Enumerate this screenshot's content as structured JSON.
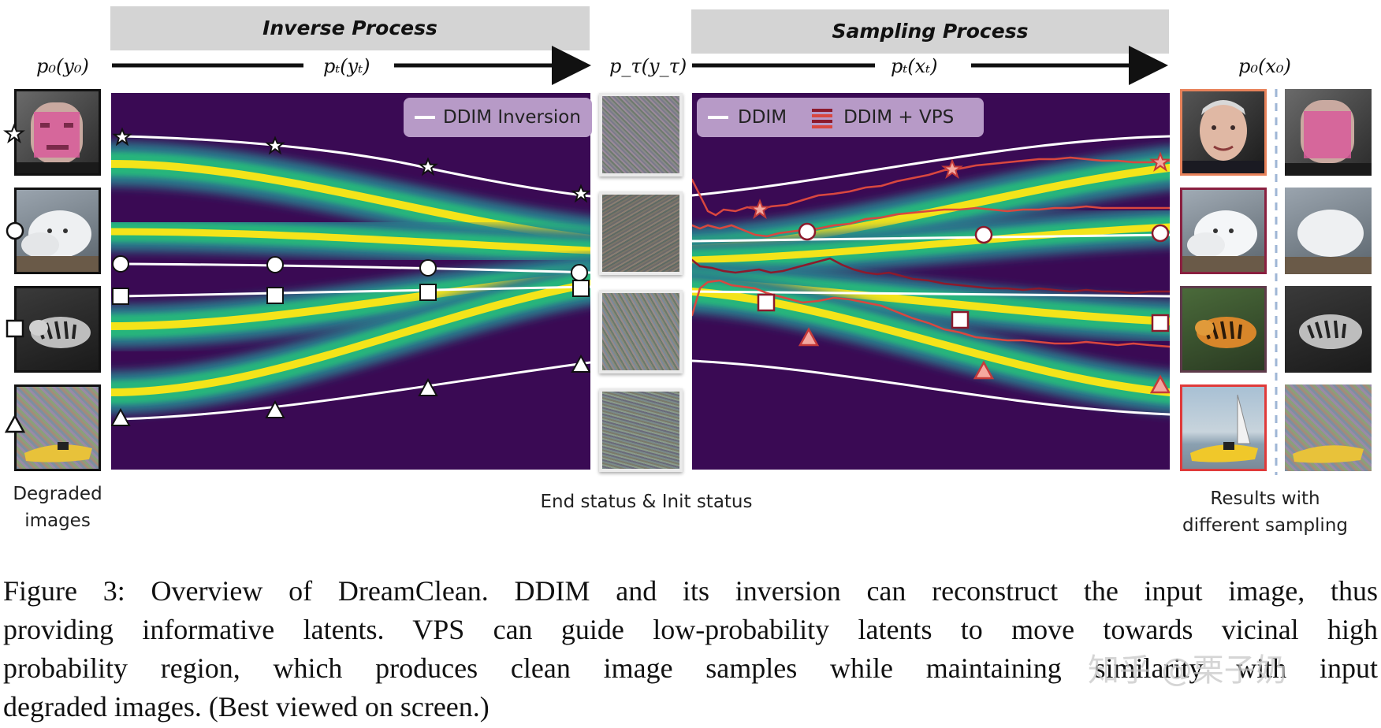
{
  "headers": {
    "inverse": "Inverse Process",
    "sampling": "Sampling Process"
  },
  "math": {
    "p0_y0": "p₀(y₀)",
    "pt_yt": "pₜ(yₜ)",
    "ptau_ytau": "p_τ(y_τ)",
    "pt_xt": "pₜ(xₜ)",
    "p0_x0": "p₀(x₀)"
  },
  "legends": {
    "left": "DDIM Inversion",
    "right_1": "DDIM",
    "right_2": "DDIM + VPS"
  },
  "labels": {
    "degraded": "Degraded images",
    "end_init": "End status & Init status",
    "results": "Results with different sampling"
  },
  "markers": [
    "star",
    "circle",
    "square",
    "triangle"
  ],
  "caption": {
    "line1": "Figure 3: Overview of DreamClean. DDIM and its inversion can reconstruct the input image, thus",
    "line2": "providing informative latents. VPS can guide low-probability latents to move towards vicinal high",
    "line3": "probability region, which produces clean image samples while maintaining similarity with input",
    "line4": "degraded images. (Best viewed on screen.)"
  },
  "watermark": "知乎 @栗子奶",
  "colors": {
    "plot_bg": "#3a0a54",
    "band_yellow": "#f4e41a",
    "band_green": "#27b57c",
    "band_teal": "#2a7a8c",
    "header_gray": "#d4d4d4",
    "legend_bg": "#b79ac7",
    "vps_line": "#d9473f",
    "vps_dark": "#8c1a2c",
    "border_orange": "#e8825a",
    "border_maroon": "#8a2040",
    "border_green": "#5e3a4a",
    "border_red": "#e03a3a",
    "divider": "#9fb6d6"
  },
  "icons": {
    "arrow": "right-arrow-icon",
    "thumbnail": "image-thumbnail-icon"
  }
}
